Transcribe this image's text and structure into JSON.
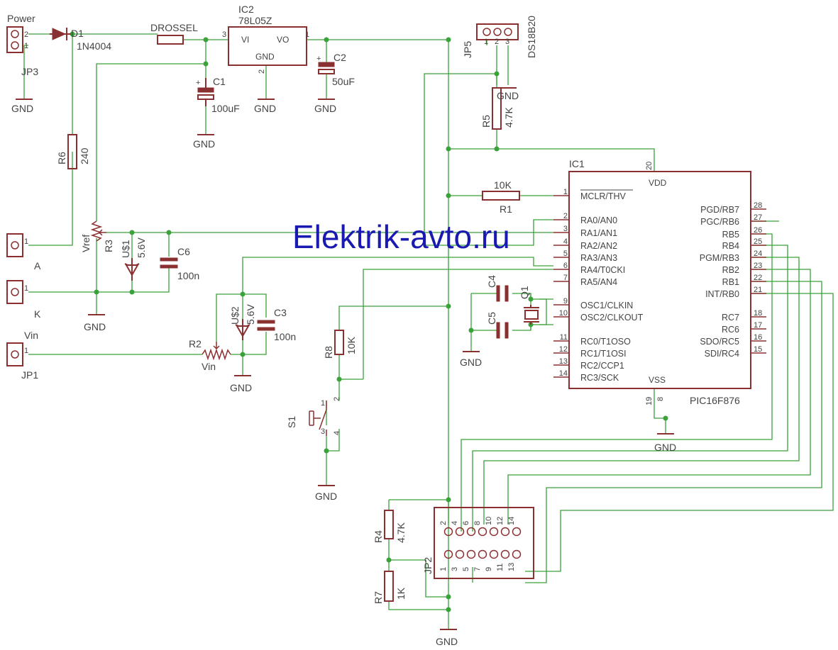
{
  "watermark": "Elektrik-avto.ru",
  "connectors": {
    "power": {
      "title": "Power",
      "ref": "JP3",
      "pins": [
        "2",
        "1"
      ]
    },
    "a": {
      "label": "A",
      "pin": "1"
    },
    "k": {
      "label": "K",
      "pin": "1"
    },
    "vin": {
      "title": "Vin",
      "ref": "JP1",
      "pin": "1"
    },
    "jp5": {
      "ref": "JP5",
      "name": "DS18B20",
      "pins": [
        "1",
        "2",
        "3"
      ]
    },
    "jp2": {
      "ref": "JP2",
      "top_pins": [
        "2",
        "4",
        "6",
        "8",
        "10",
        "12",
        "14"
      ],
      "bottom_pins": [
        "1",
        "3",
        "5",
        "7",
        "9",
        "11",
        "13"
      ]
    }
  },
  "components": {
    "d1": {
      "ref": "D1",
      "value": "1N4004"
    },
    "drossel": {
      "ref": "DROSSEL"
    },
    "ic2": {
      "ref": "IC2",
      "value": "78L05Z",
      "vi": "VI",
      "vo": "VO",
      "gnd": "GND",
      "pin_in": "3",
      "pin_out": "1",
      "pin_gnd": "2"
    },
    "c1": {
      "ref": "C1",
      "value": "100uF"
    },
    "c2": {
      "ref": "C2",
      "value": "50uF"
    },
    "r6": {
      "ref": "R6",
      "value": "240"
    },
    "r3": {
      "ref": "R3",
      "label": "Vref"
    },
    "u1": {
      "ref": "U$1",
      "value": "5.6V"
    },
    "c6": {
      "ref": "C6",
      "value": "100n"
    },
    "u2": {
      "ref": "U$2",
      "value": "5.6V"
    },
    "c3": {
      "ref": "C3",
      "value": "100n"
    },
    "r2": {
      "ref": "R2",
      "label": "Vin"
    },
    "r8": {
      "ref": "R8",
      "value": "10K"
    },
    "s1": {
      "ref": "S1",
      "pins": [
        "1",
        "2",
        "3",
        "4"
      ]
    },
    "r5": {
      "ref": "R5",
      "value": "4.7K"
    },
    "r1": {
      "ref": "R1",
      "value": "10K"
    },
    "c4": {
      "ref": "C4"
    },
    "c5": {
      "ref": "C5"
    },
    "q1": {
      "ref": "Q1"
    },
    "r4": {
      "ref": "R4",
      "value": "4.7K"
    },
    "r7": {
      "ref": "R7",
      "value": "1K"
    }
  },
  "ic1": {
    "ref": "IC1",
    "name": "PIC16F876",
    "vdd": "VDD",
    "vss": "VSS",
    "vdd_pin": "20",
    "vss_pins": [
      "19",
      "8"
    ],
    "left_pins": [
      {
        "num": "1",
        "label": "MCLR/THV"
      },
      {
        "num": "2",
        "label": "RA0/AN0"
      },
      {
        "num": "3",
        "label": "RA1/AN1"
      },
      {
        "num": "4",
        "label": "RA2/AN2"
      },
      {
        "num": "5",
        "label": "RA3/AN3"
      },
      {
        "num": "6",
        "label": "RA4/T0CKI"
      },
      {
        "num": "7",
        "label": "RA5/AN4"
      },
      {
        "num": "9",
        "label": "OSC1/CLKIN"
      },
      {
        "num": "10",
        "label": "OSC2/CLKOUT"
      },
      {
        "num": "11",
        "label": "RC0/T1OSO"
      },
      {
        "num": "12",
        "label": "RC1/T1OSI"
      },
      {
        "num": "13",
        "label": "RC2/CCP1"
      },
      {
        "num": "14",
        "label": "RC3/SCK"
      }
    ],
    "right_pins": [
      {
        "num": "28",
        "label": "PGD/RB7"
      },
      {
        "num": "27",
        "label": "PGC/RB6"
      },
      {
        "num": "26",
        "label": "RB5"
      },
      {
        "num": "25",
        "label": "RB4"
      },
      {
        "num": "24",
        "label": "PGM/RB3"
      },
      {
        "num": "23",
        "label": "RB2"
      },
      {
        "num": "22",
        "label": "RB1"
      },
      {
        "num": "21",
        "label": "INT/RB0"
      },
      {
        "num": "18",
        "label": "RC7"
      },
      {
        "num": "17",
        "label": "RC6"
      },
      {
        "num": "16",
        "label": "SDO/RC5"
      },
      {
        "num": "15",
        "label": "SDI/RC4"
      }
    ]
  },
  "gnd_label": "GND"
}
